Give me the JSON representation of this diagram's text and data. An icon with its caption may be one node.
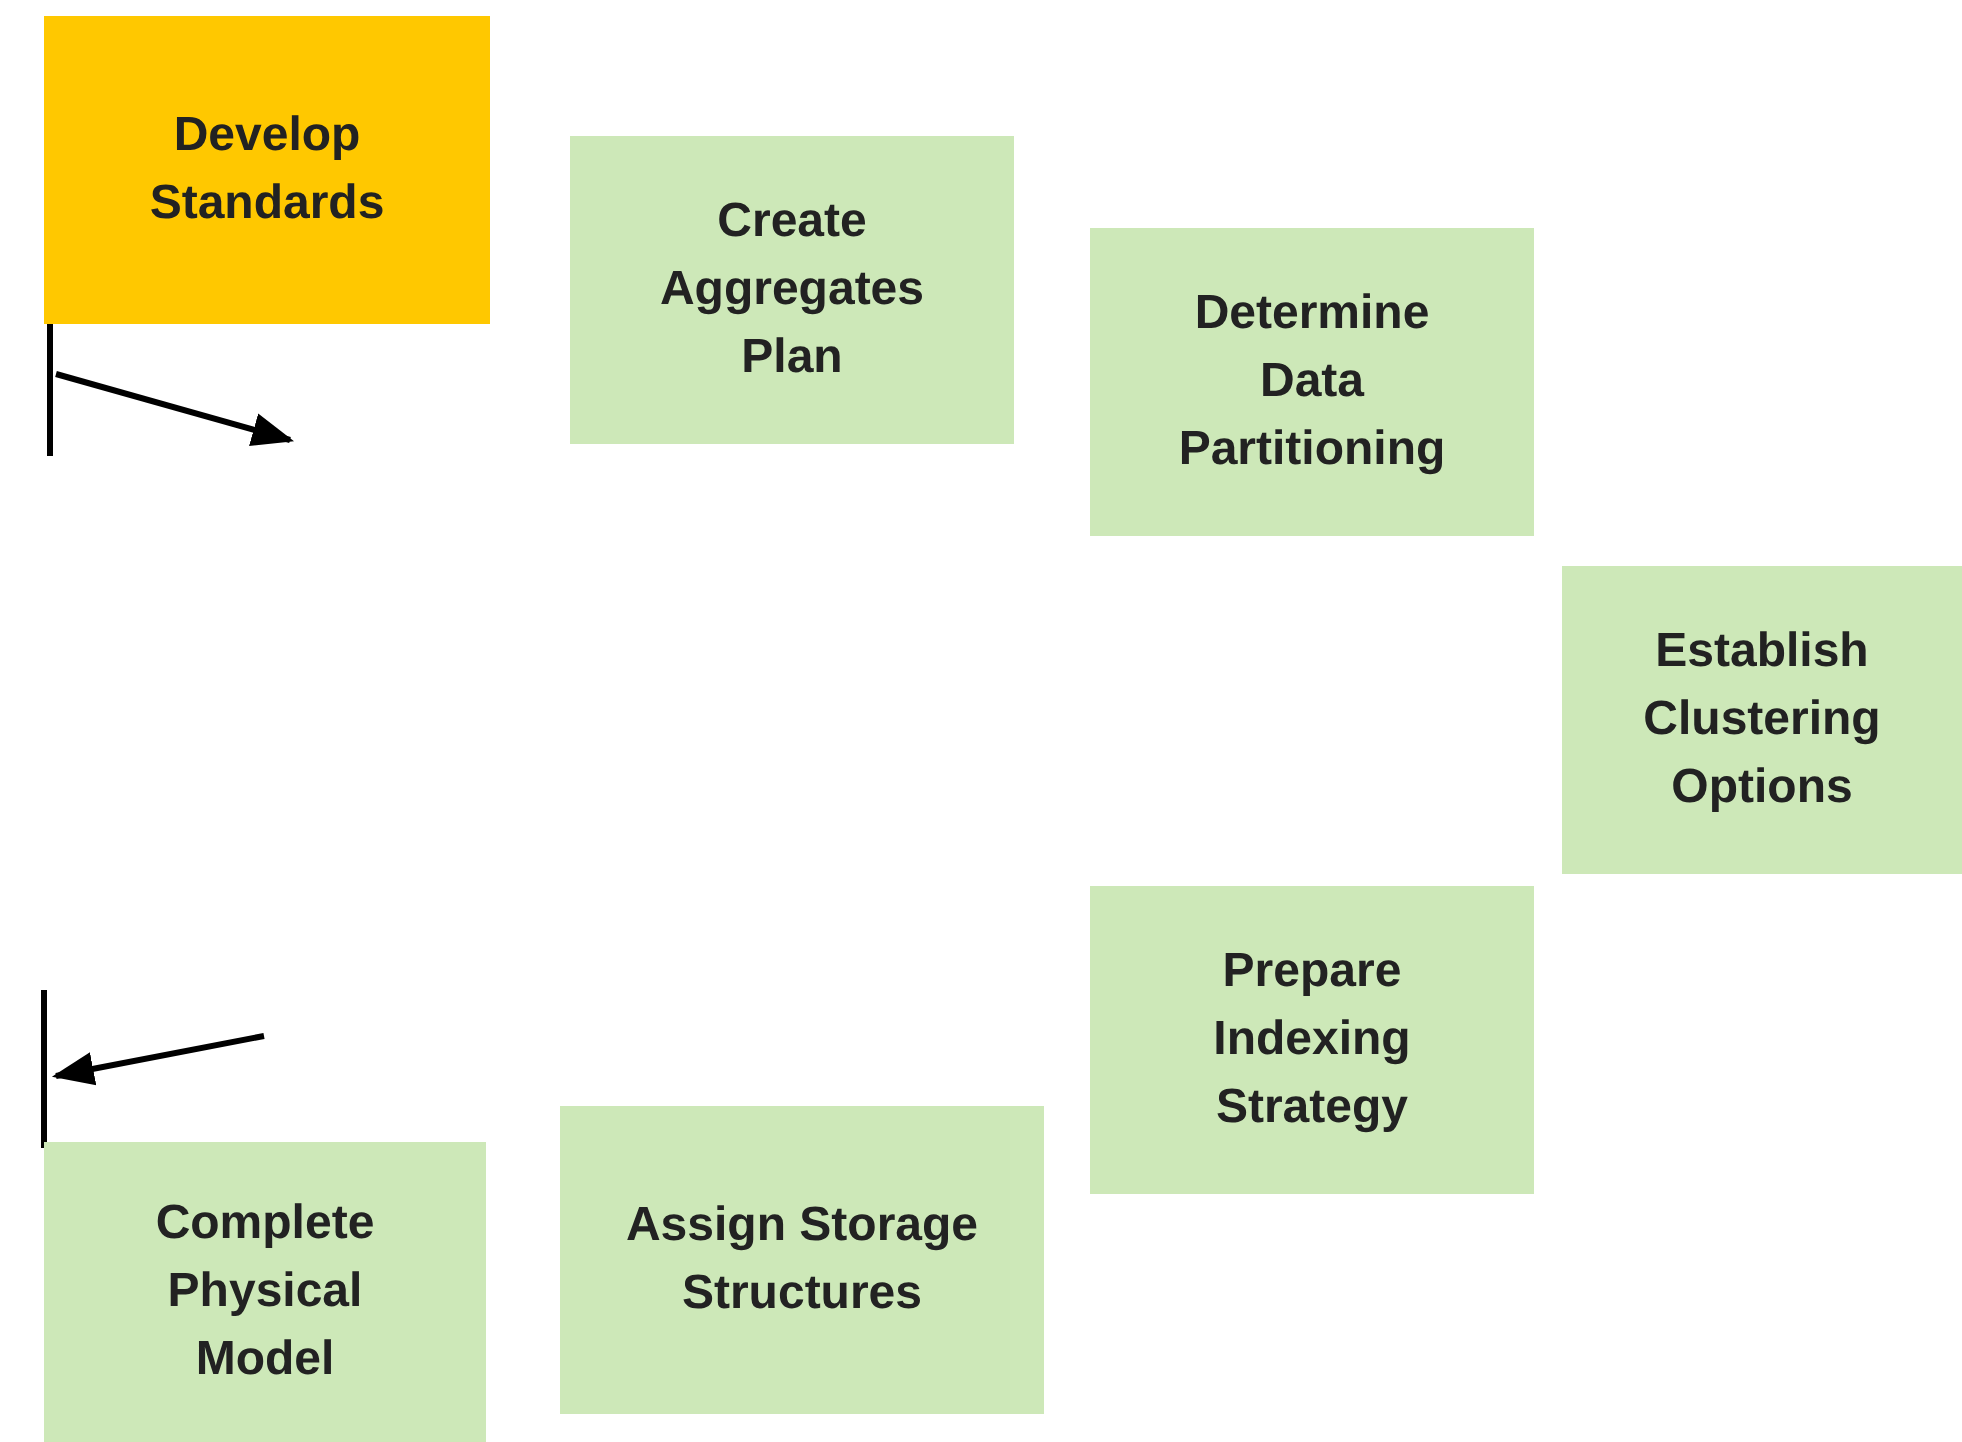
{
  "diagram": {
    "nodes": [
      {
        "text": [
          "Develop Standards"
        ]
      },
      {
        "text": [
          "Create Aggregates Plan"
        ]
      },
      {
        "text": [
          "Determine Data Partitioning"
        ]
      },
      {
        "text": [
          "Establish Clustering Options"
        ]
      },
      {
        "text": [
          "Prepare Indexing Strategy"
        ]
      },
      {
        "text": [
          "Assign Storage Structures"
        ]
      },
      {
        "text": [
          "Complete Physical Model"
        ]
      }
    ]
  }
}
